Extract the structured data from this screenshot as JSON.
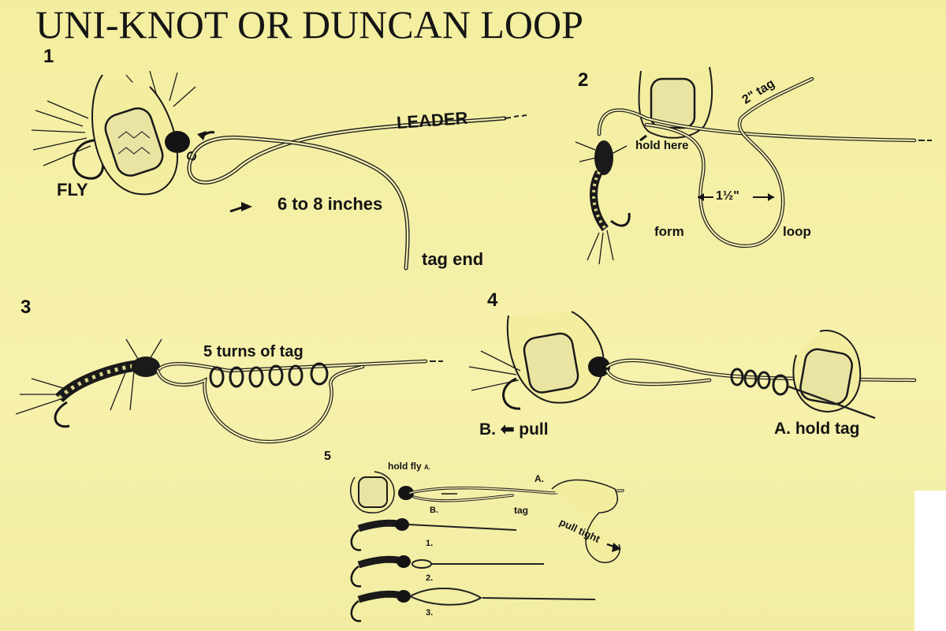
{
  "title": "UNI-KNOT OR DUNCAN LOOP",
  "colors": {
    "background": "#f5f0a8",
    "ink": "#151515",
    "line_fill": "#f6f1ae"
  },
  "steps": {
    "s1": {
      "number": "1",
      "labels": {
        "leader": "LEADER",
        "fly": "FLY",
        "length": "6 to 8 inches",
        "tag_end": "tag end"
      }
    },
    "s2": {
      "number": "2",
      "labels": {
        "tag": "2\" tag",
        "hold_here": "hold here",
        "loop_size": "1½\"",
        "form": "form",
        "loop": "loop"
      }
    },
    "s3": {
      "number": "3",
      "labels": {
        "turns": "5 turns of tag"
      }
    },
    "s4": {
      "number": "4",
      "labels": {
        "pull": "B.  ⬅ pull",
        "hold_tag": "A. hold tag"
      }
    },
    "s5": {
      "number": "5",
      "labels": {
        "hold_fly": "hold fly",
        "hold_fly_marker": "A.",
        "a": "A.",
        "b": "B.",
        "tag": "tag",
        "pull_tight": "pull tight",
        "stage1": "1.",
        "stage2": "2.",
        "stage3": "3."
      }
    }
  },
  "icons": [
    "finger-icon",
    "fly-icon",
    "hook-icon",
    "arrow-icon"
  ]
}
